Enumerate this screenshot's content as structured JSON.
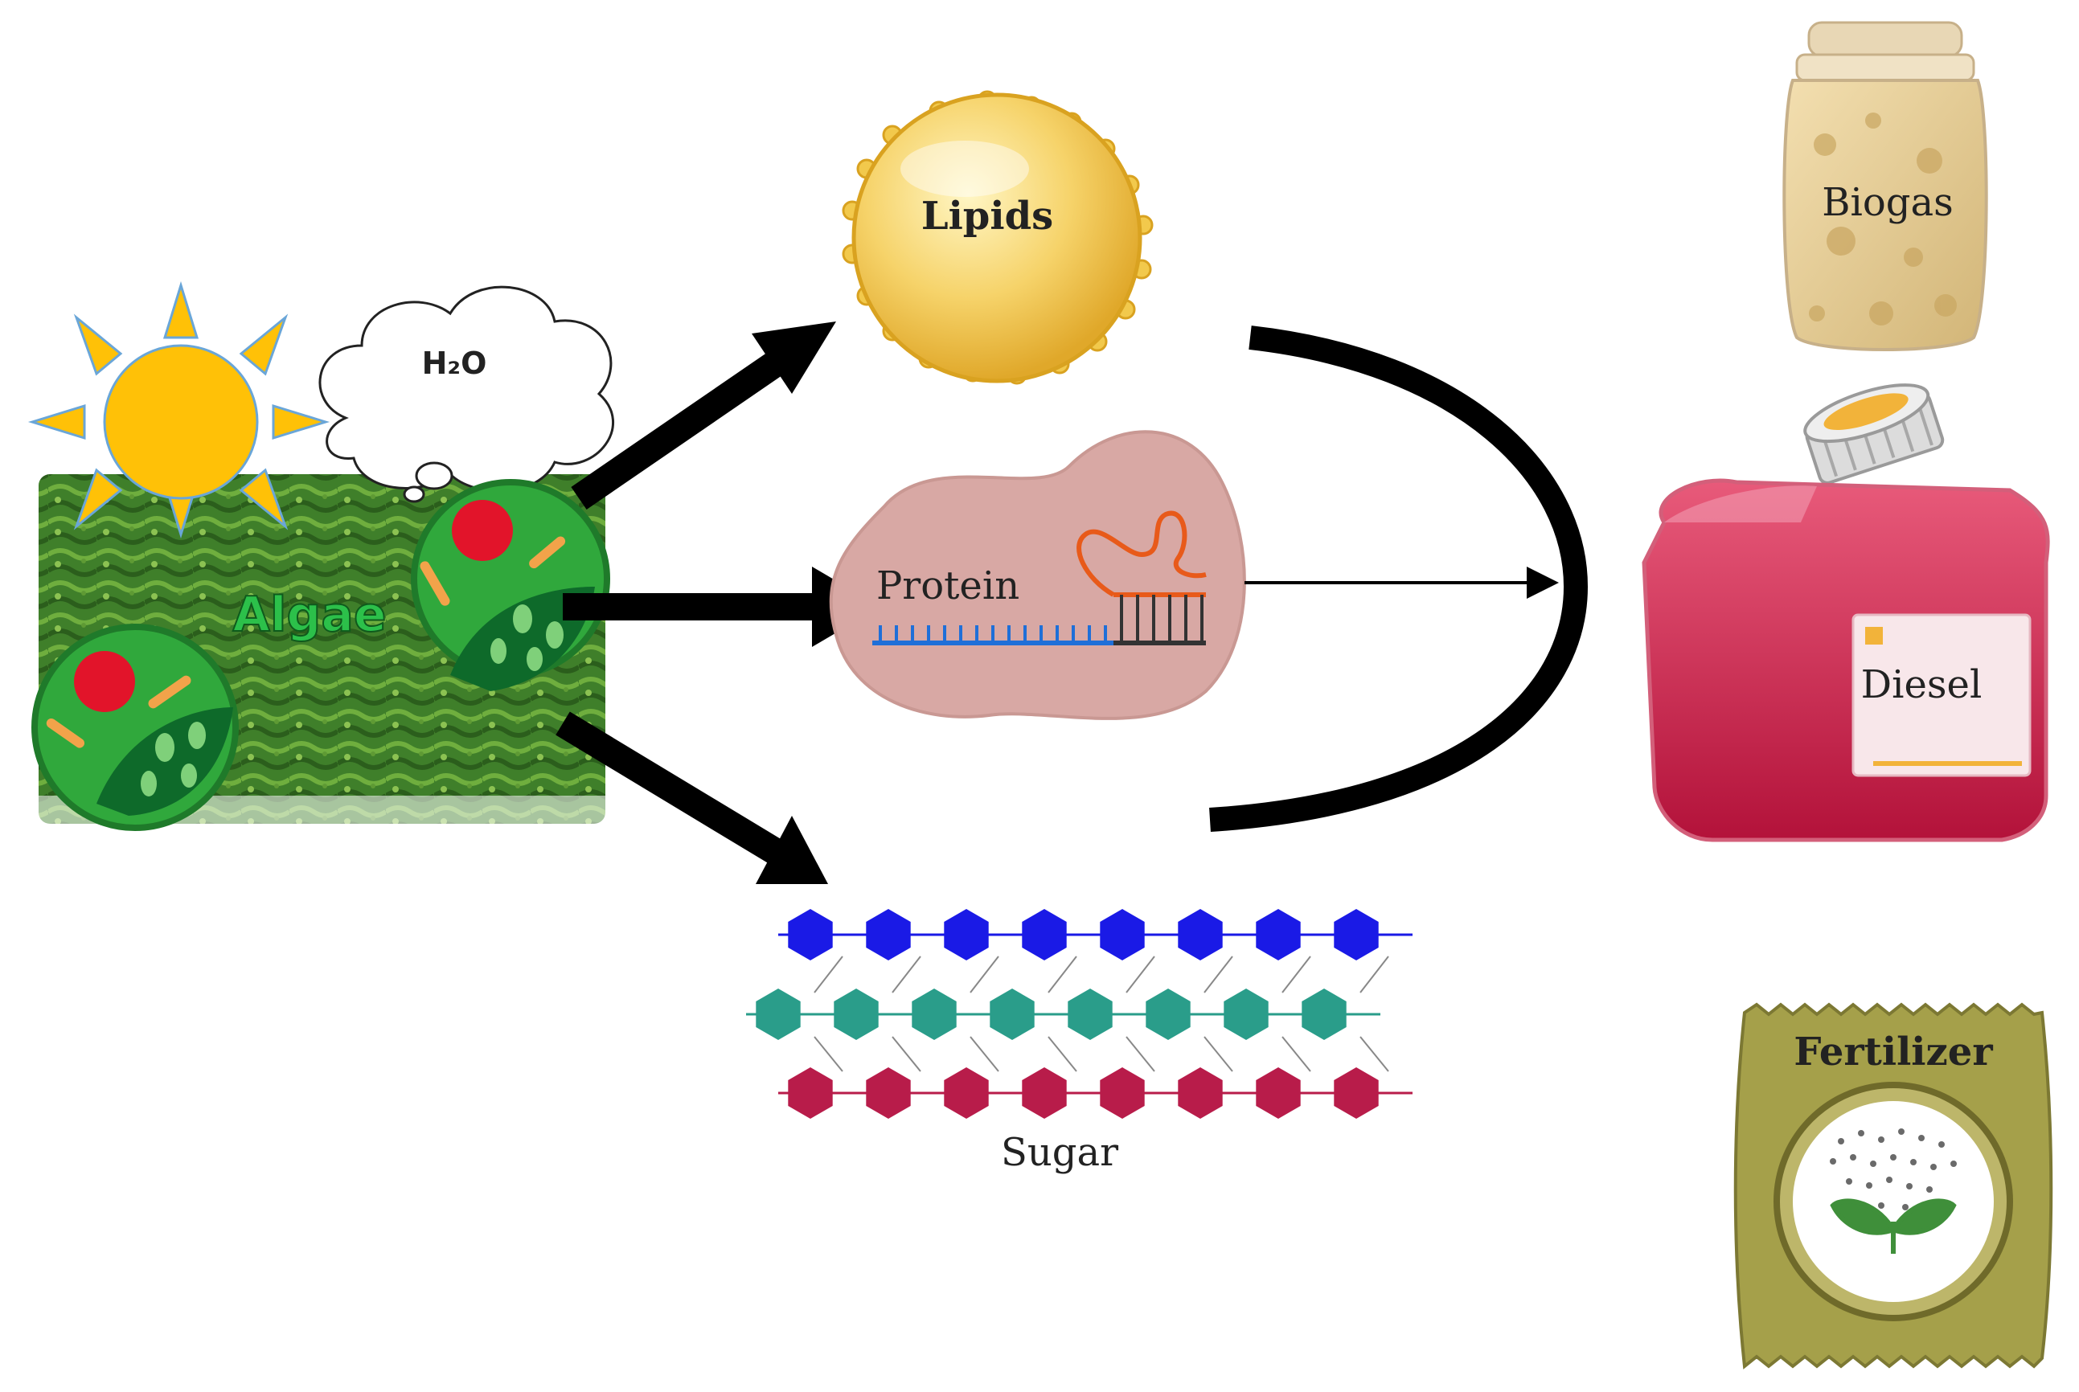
{
  "algae": {
    "label": "Algae",
    "water_label": "H₂O"
  },
  "components": {
    "lipids": "Lipids",
    "protein": "Protein",
    "sugar": "Sugar"
  },
  "products": {
    "biogas": "Biogas",
    "diesel": "Diesel",
    "fertilizer": "Fertilizer"
  },
  "colors": {
    "sun": "#ffc107",
    "algae_green": "#3a7d28",
    "cell_green": "#2ea836",
    "lipid_gold": "#f2c94c",
    "protein_blob": "#d8a8a4",
    "sugar_blue": "#1a1ae6",
    "sugar_teal": "#2a9d8a",
    "sugar_red": "#b81c4a",
    "diesel_red": "#c0193e",
    "fertilizer_olive": "#a5a04a"
  }
}
